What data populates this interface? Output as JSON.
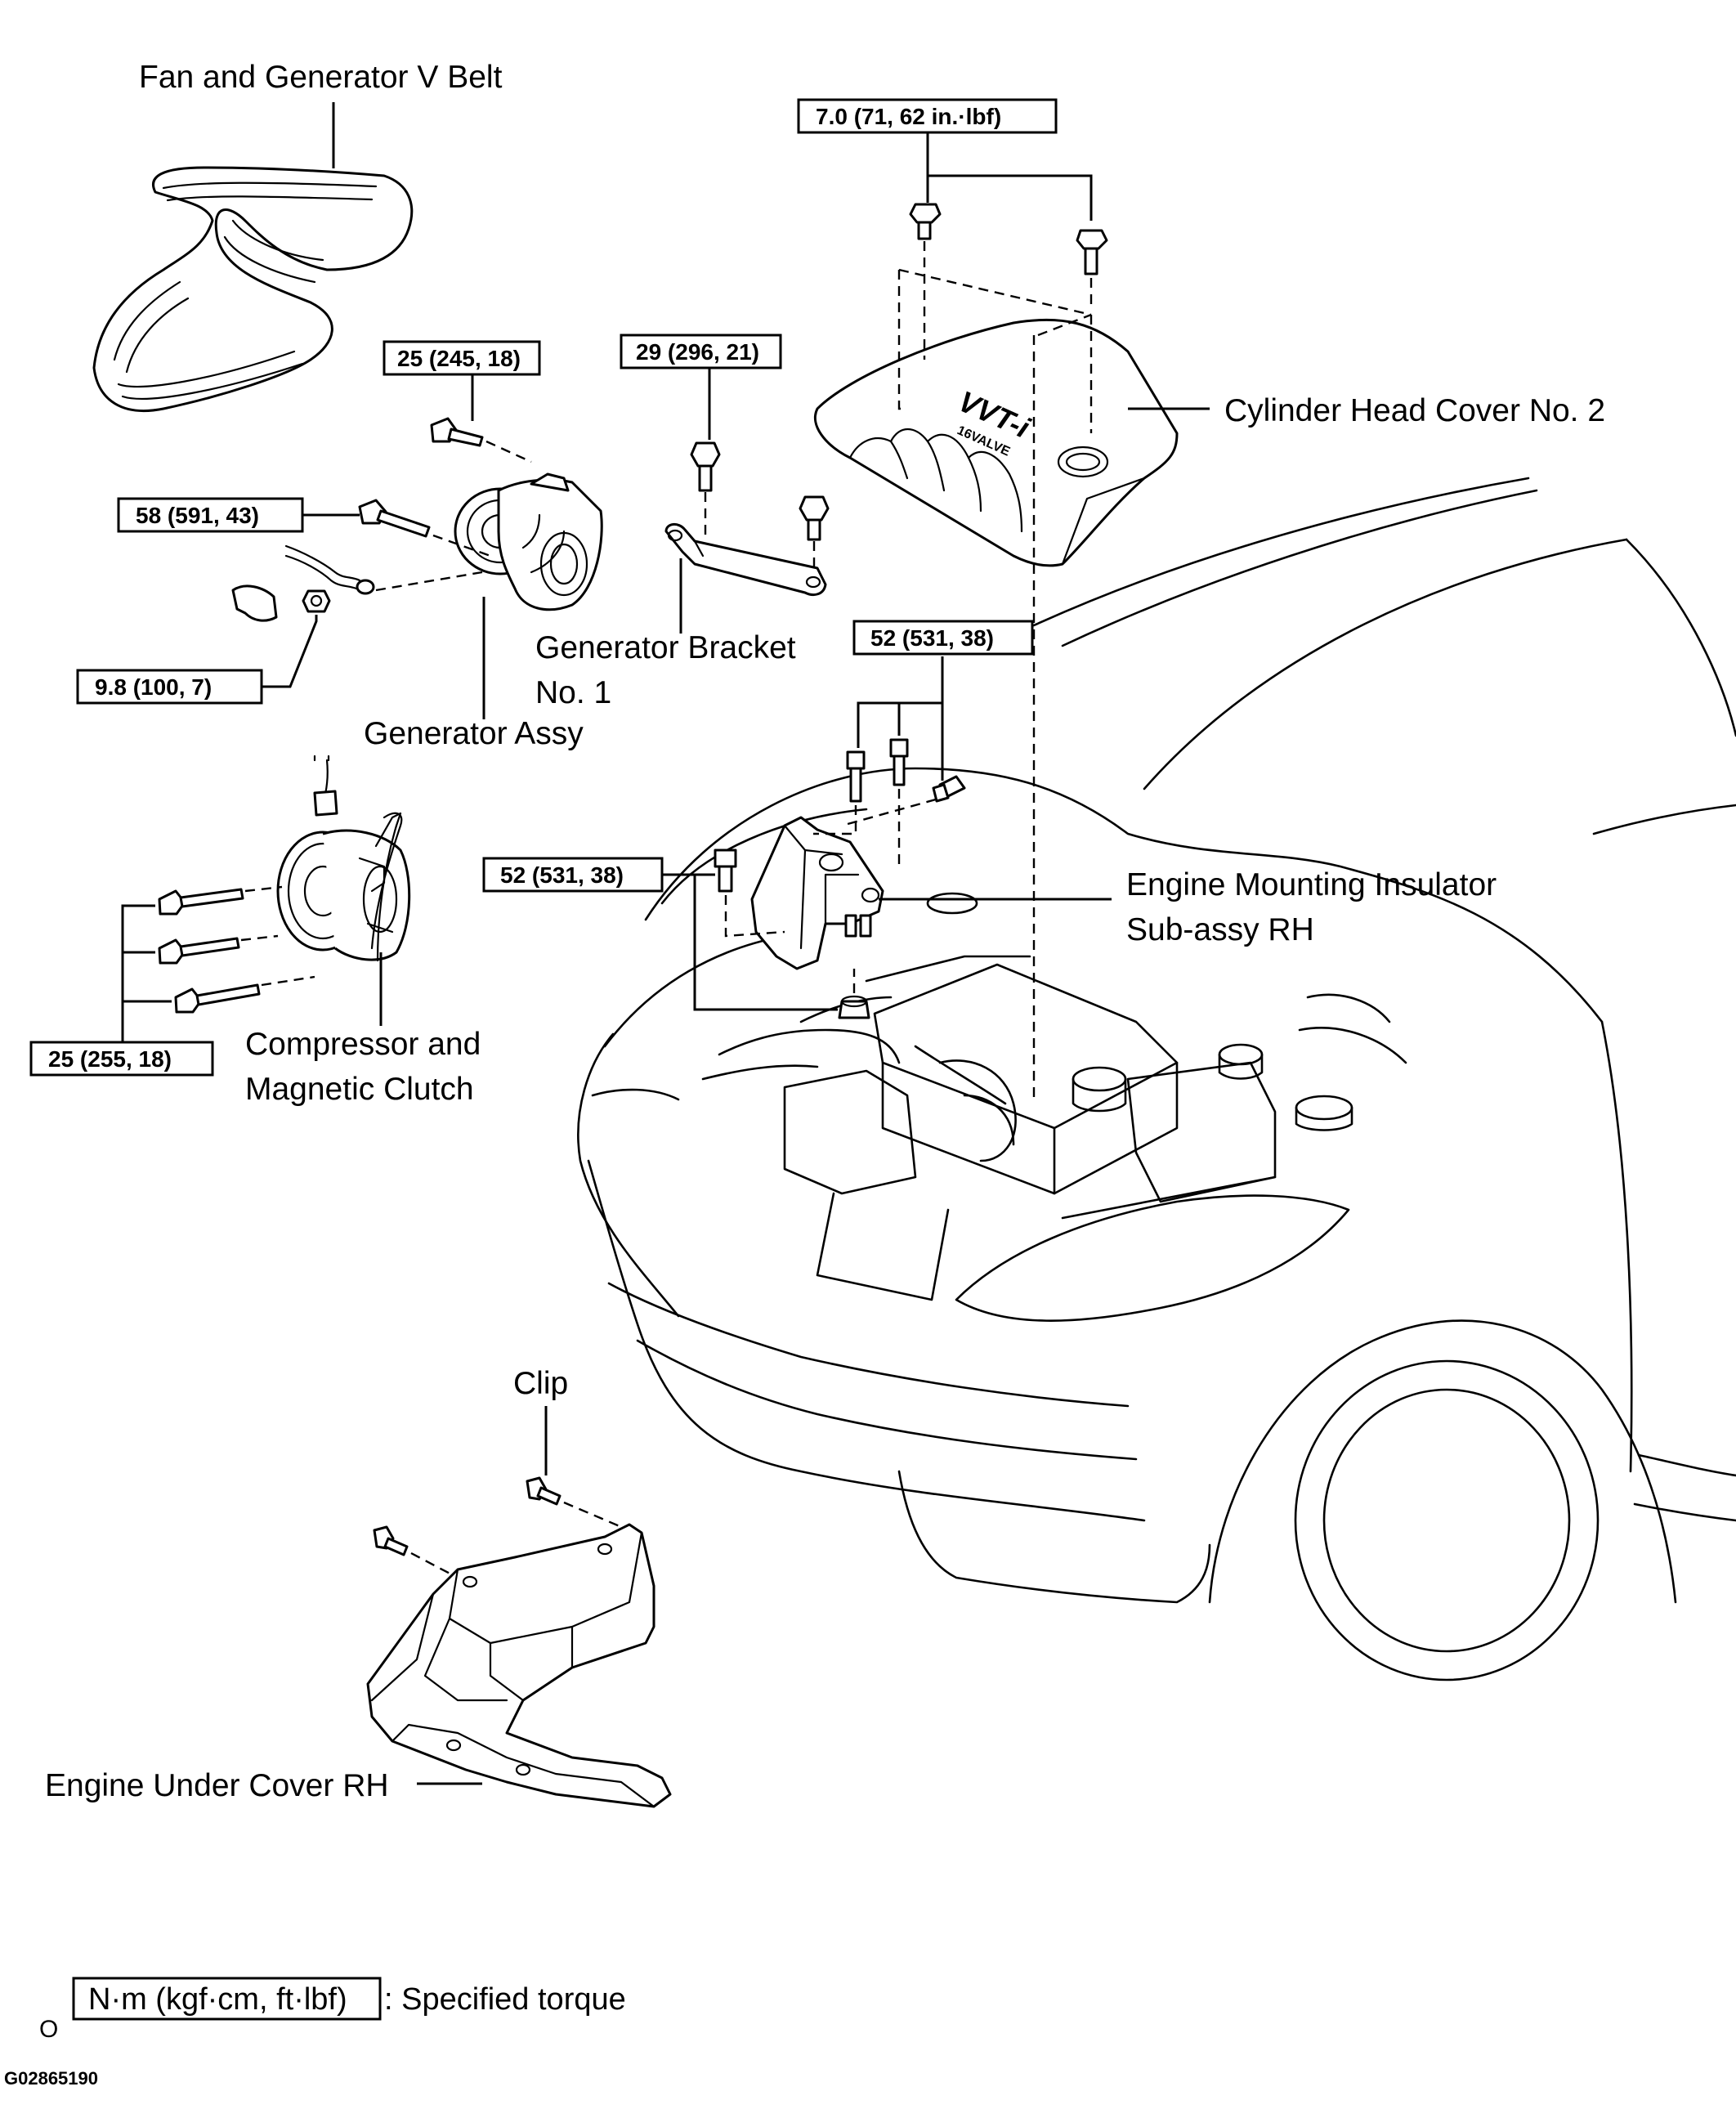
{
  "labels": {
    "v_belt": "Fan and Generator V Belt",
    "head_cover": "Cylinder Head Cover No. 2",
    "bracket_line1": "Generator Bracket",
    "bracket_line2": "No. 1",
    "generator": "Generator Assy",
    "mount_line1": "Engine Mounting Insulator",
    "mount_line2": "Sub-assy  RH",
    "compressor_line1": "Compressor and",
    "compressor_line2": "Magnetic Clutch",
    "clip": "Clip",
    "under_cover": "Engine Under Cover RH"
  },
  "torques": {
    "head_cover_bolts": "7.0 (71, 62 in.·lbf)",
    "generator_upper": "25 (245, 18)",
    "bracket_bolt": "29 (296, 21)",
    "generator_pivot": "58 (591, 43)",
    "terminal_nut": "9.8 (100, 7)",
    "mount_upper": "52 (531, 38)",
    "mount_lower": "52 (531, 38)",
    "compressor_bolts": "25 (255, 18)"
  },
  "legend": {
    "unit_box": "N·m (kgf·cm, ft·lbf)",
    "description": ": Specified torque",
    "mark": "O"
  },
  "figure_code": "G02865190",
  "engine_cover_badge": {
    "main": "VVT-i",
    "sub": "16VALVE"
  }
}
